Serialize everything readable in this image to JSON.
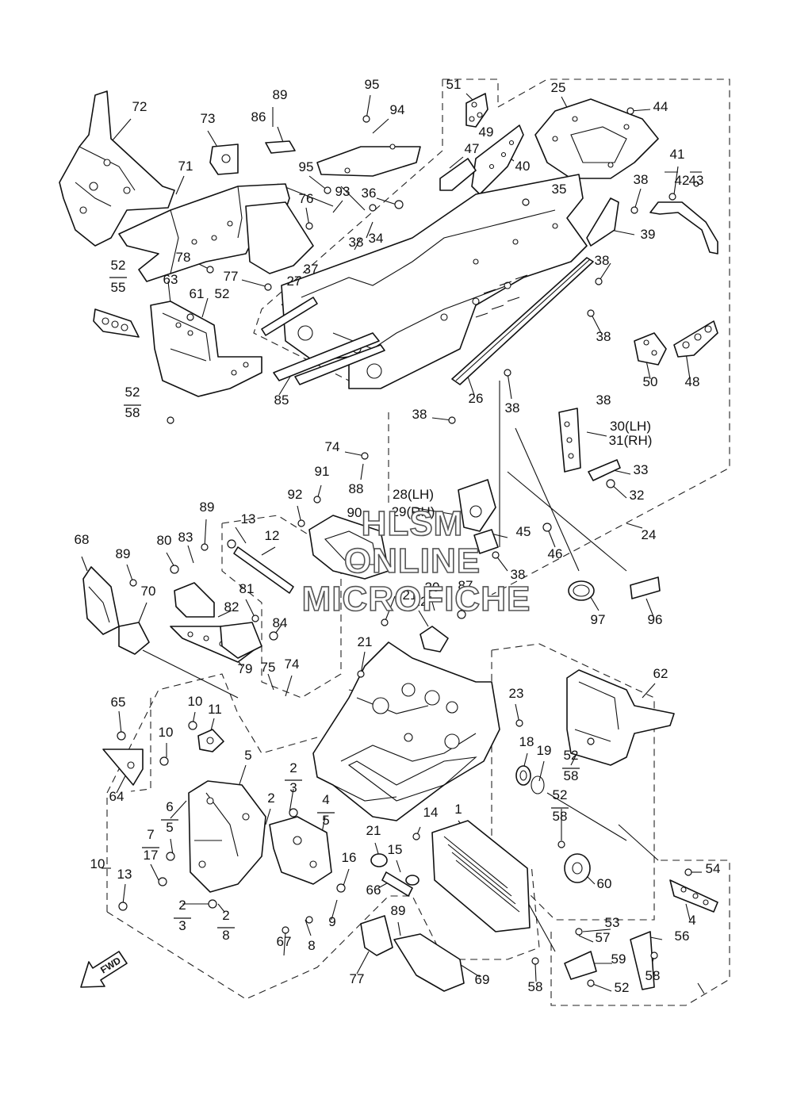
{
  "watermark": [
    "HLSM",
    "ONLINE",
    "MICROFICHE"
  ],
  "fwd_label": "FWD",
  "labels": [
    "72",
    "73",
    "89",
    "86",
    "95",
    "94",
    "51",
    "25",
    "44",
    "49",
    "47",
    "40",
    "71",
    "95",
    "93",
    "36",
    "76",
    "38",
    "34",
    "35",
    "41",
    "42",
    "43",
    "38",
    "39",
    "52",
    "55",
    "78",
    "77",
    "27",
    "37",
    "38",
    "63",
    "61",
    "52",
    "38",
    "50",
    "48",
    "38",
    "52",
    "58",
    "85",
    "26",
    "38",
    "38",
    "30(LH)",
    "31(RH)",
    "33",
    "32",
    "74",
    "88",
    "92",
    "91",
    "28(LH)",
    "29(RH)",
    "90",
    "45",
    "46",
    "38",
    "24",
    "13",
    "12",
    "89",
    "83",
    "80",
    "68",
    "89",
    "70",
    "81",
    "82",
    "84",
    "79",
    "97",
    "96",
    "20",
    "87",
    "22",
    "21",
    "21",
    "75",
    "74",
    "62",
    "65",
    "10",
    "11",
    "10",
    "5",
    "64",
    "23",
    "18",
    "19",
    "52",
    "58",
    "52",
    "58",
    "2",
    "3",
    "2",
    "4",
    "5",
    "6",
    "5",
    "7",
    "17",
    "21",
    "14",
    "1",
    "10",
    "13",
    "16",
    "15",
    "66",
    "60",
    "54",
    "4",
    "2",
    "3",
    "2",
    "8",
    "9",
    "8",
    "67",
    "89",
    "69",
    "77",
    "58",
    "53",
    "57",
    "56",
    "59",
    "58",
    "52"
  ]
}
